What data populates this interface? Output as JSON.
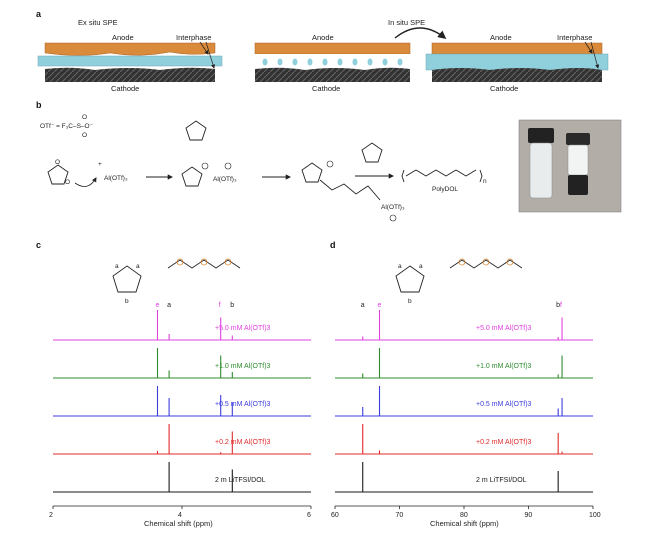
{
  "panels": {
    "a": {
      "letter": "a",
      "left": {
        "title": "Ex situ SPE",
        "anode": "Anode",
        "cathode": "Cathode",
        "interphase": "Interphase"
      },
      "right": {
        "title": "In situ SPE",
        "anode_before": "Anode",
        "cathode_before": "Cathode",
        "anode_after": "Anode",
        "cathode_after": "Cathode",
        "interphase": "Interphase"
      }
    },
    "b": {
      "letter": "b",
      "otf": "OTf⁻ = F₃C–S–O⁻",
      "reagent": "Al(OTf)₃",
      "plus": "+",
      "intermediate_reagent": "Al(OTf)₃",
      "chain_reagent": "Al(OTf)₃",
      "product": "PolyDOL",
      "subscript_n": "n",
      "photo_label": "vials photo"
    },
    "c": {
      "letter": "c",
      "xlabel": "Chemical shift (ppm)"
    },
    "d": {
      "letter": "d",
      "xlabel": "Chemical shift (ppm)"
    }
  },
  "colors": {
    "anode": "#d98a3a",
    "cathode": "#3a3a3a",
    "electrolyte": "#8fd0dc",
    "magenta": "#e040e0",
    "green": "#2e8b2e",
    "blue": "#3c3cdc",
    "red": "#e02a2a",
    "black": "#1a1a1a"
  },
  "chart_data": [
    {
      "type": "line",
      "panel": "c",
      "xlabel": "Chemical shift (ppm)",
      "xlim": [
        2,
        6
      ],
      "xticks": [
        2,
        4,
        6
      ],
      "peak_labels": [
        {
          "label": "e",
          "x": 3.62,
          "color": "#e040e0"
        },
        {
          "label": "a",
          "x": 3.8,
          "color": "#222222"
        },
        {
          "label": "f",
          "x": 4.6,
          "color": "#e040e0"
        },
        {
          "label": "b",
          "x": 4.78,
          "color": "#222222"
        }
      ],
      "series": [
        {
          "name": "+5.0 mM Al(OTf)3",
          "color": "#e040e0",
          "peaks": [
            [
              3.62,
              1.0
            ],
            [
              3.8,
              0.2
            ],
            [
              4.6,
              0.75
            ],
            [
              4.78,
              0.15
            ]
          ]
        },
        {
          "name": "+1.0 mM Al(OTf)3",
          "color": "#2e8b2e",
          "peaks": [
            [
              3.62,
              1.0
            ],
            [
              3.8,
              0.25
            ],
            [
              4.6,
              0.75
            ],
            [
              4.78,
              0.2
            ]
          ]
        },
        {
          "name": "+0.5 mM Al(OTf)3",
          "color": "#3c3cdc",
          "peaks": [
            [
              3.62,
              1.0
            ],
            [
              3.8,
              0.6
            ],
            [
              4.6,
              0.7
            ],
            [
              4.78,
              0.45
            ]
          ]
        },
        {
          "name": "+0.2 mM Al(OTf)3",
          "color": "#e02a2a",
          "peaks": [
            [
              3.62,
              0.1
            ],
            [
              3.8,
              1.0
            ],
            [
              4.6,
              0.06
            ],
            [
              4.78,
              0.75
            ]
          ]
        },
        {
          "name": "2 m LiTFSI/DOL",
          "color": "#1a1a1a",
          "peaks": [
            [
              3.8,
              1.0
            ],
            [
              4.78,
              0.75
            ]
          ]
        }
      ]
    },
    {
      "type": "line",
      "panel": "d",
      "xlabel": "Chemical shift (ppm)",
      "xlim": [
        60,
        100
      ],
      "xticks": [
        60,
        70,
        80,
        90,
        100
      ],
      "peak_labels": [
        {
          "label": "a",
          "x": 64.3,
          "color": "#222222"
        },
        {
          "label": "e",
          "x": 66.9,
          "color": "#e040e0"
        },
        {
          "label": "b",
          "x": 94.6,
          "color": "#222222"
        },
        {
          "label": "f",
          "x": 95.2,
          "color": "#e040e0"
        }
      ],
      "series": [
        {
          "name": "+5.0 mM Al(OTf)3",
          "color": "#e040e0",
          "peaks": [
            [
              64.3,
              0.12
            ],
            [
              66.9,
              1.0
            ],
            [
              94.6,
              0.1
            ],
            [
              95.2,
              0.75
            ]
          ]
        },
        {
          "name": "+1.0 mM Al(OTf)3",
          "color": "#2e8b2e",
          "peaks": [
            [
              64.3,
              0.15
            ],
            [
              66.9,
              1.0
            ],
            [
              94.6,
              0.12
            ],
            [
              95.2,
              0.75
            ]
          ]
        },
        {
          "name": "+0.5 mM Al(OTf)3",
          "color": "#3c3cdc",
          "peaks": [
            [
              64.3,
              0.3
            ],
            [
              66.9,
              1.0
            ],
            [
              94.6,
              0.25
            ],
            [
              95.2,
              0.6
            ]
          ]
        },
        {
          "name": "+0.2 mM Al(OTf)3",
          "color": "#e02a2a",
          "peaks": [
            [
              64.3,
              1.0
            ],
            [
              66.9,
              0.12
            ],
            [
              94.6,
              0.7
            ],
            [
              95.2,
              0.08
            ]
          ]
        },
        {
          "name": "2 m LiTFSI/DOL",
          "color": "#1a1a1a",
          "peaks": [
            [
              64.3,
              1.0
            ],
            [
              94.6,
              0.7
            ]
          ]
        }
      ]
    }
  ]
}
